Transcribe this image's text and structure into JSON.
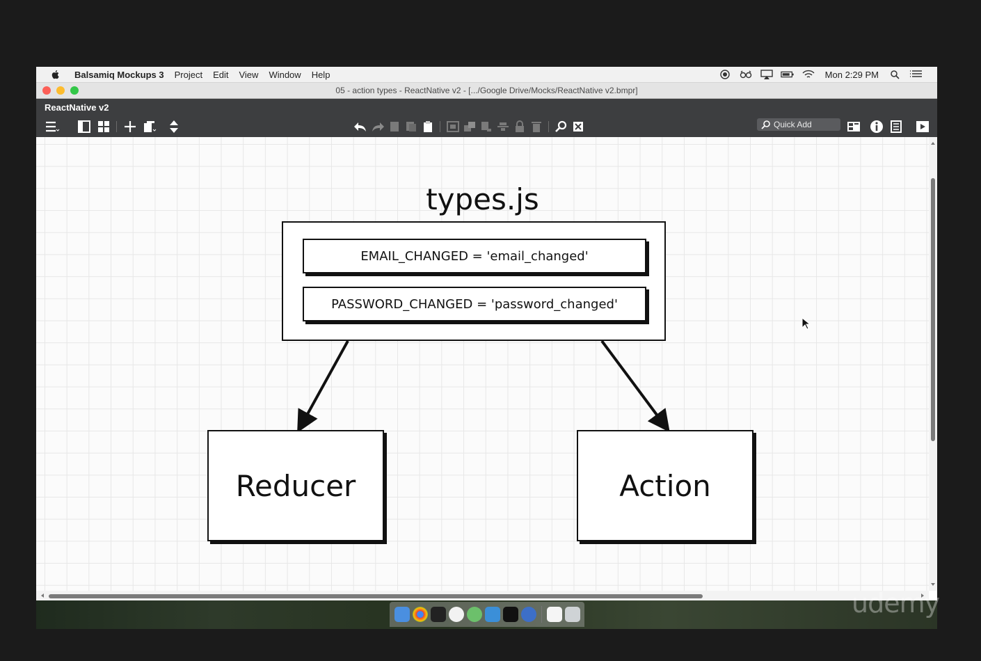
{
  "menubar": {
    "app_name": "Balsamiq Mockups 3",
    "items": [
      "Project",
      "Edit",
      "View",
      "Window",
      "Help"
    ],
    "clock": "Mon 2:29 PM"
  },
  "window": {
    "title": "05 - action types - ReactNative v2 - [.../Google Drive/Mocks/ReactNative v2.bmpr]"
  },
  "toolbar": {
    "project_name": "ReactNative v2",
    "quick_add_label": "Quick Add"
  },
  "diagram": {
    "title": "types.js",
    "constants": [
      "EMAIL_CHANGED = 'email_changed'",
      "PASSWORD_CHANGED = 'password_changed'"
    ],
    "left_box": "Reducer",
    "right_box": "Action"
  },
  "watermark": "udemy",
  "colors": {
    "canvas": "#fbfbfb",
    "toolbar": "#3d3e40",
    "close": "#fc5f57",
    "minimize": "#fdbc2e",
    "zoom": "#33c748"
  }
}
